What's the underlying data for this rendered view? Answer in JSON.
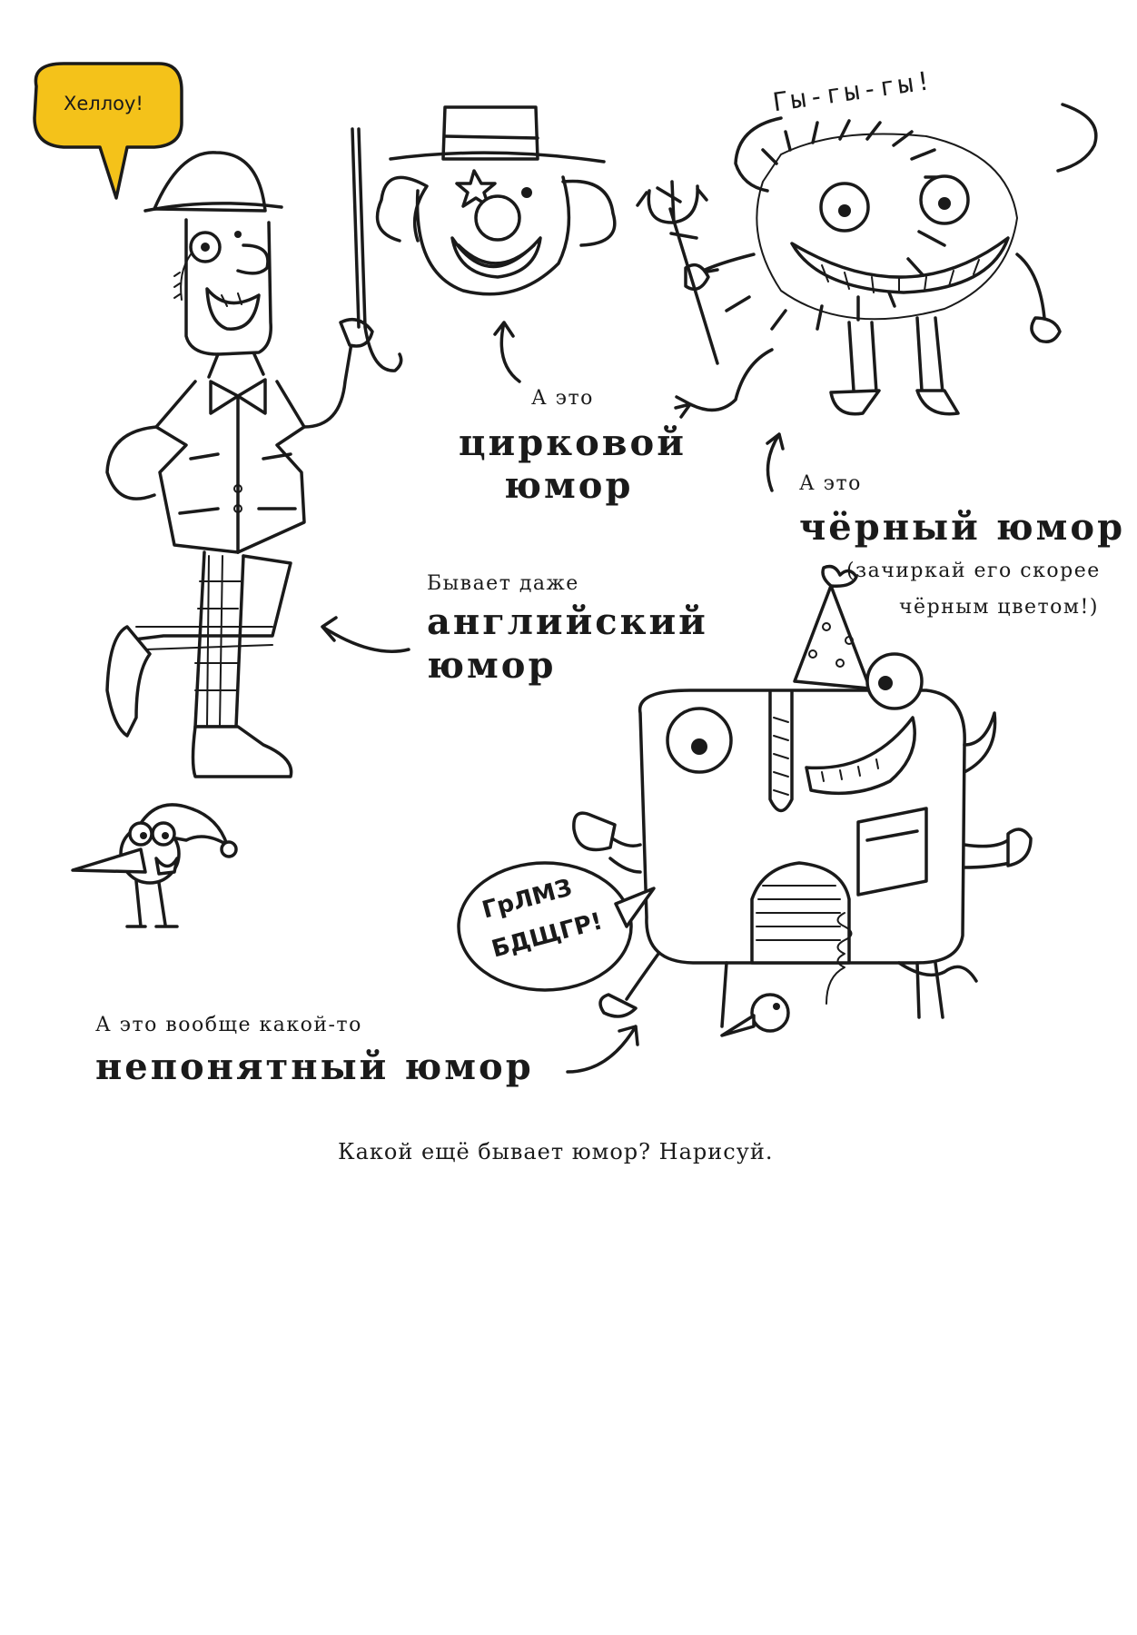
{
  "speech": {
    "hello": "Хеллоу!",
    "devil_laugh": "Гы-гы-гы!",
    "monster_line1": "ГрЛМЗ",
    "monster_line2": "БДЩГР!"
  },
  "captions": {
    "circus": {
      "intro": "А это",
      "title_line1": "цирковой",
      "title_line2": "юмор"
    },
    "black": {
      "intro": "А это",
      "title": "чёрный юмор",
      "note_line1": "(зачиркай его скорее",
      "note_line2": "чёрным цветом!)"
    },
    "english": {
      "intro": "Бывает даже",
      "title_line1": "английский",
      "title_line2": "юмор"
    },
    "weird": {
      "intro": "А это вообще какой-то",
      "title": "непонятный юмор"
    }
  },
  "prompt": "Какой ещё бывает юмор? Нарисуй.",
  "colors": {
    "bubble": "#f4c21a",
    "ink": "#1a1a1a",
    "paper": "#ffffff"
  }
}
